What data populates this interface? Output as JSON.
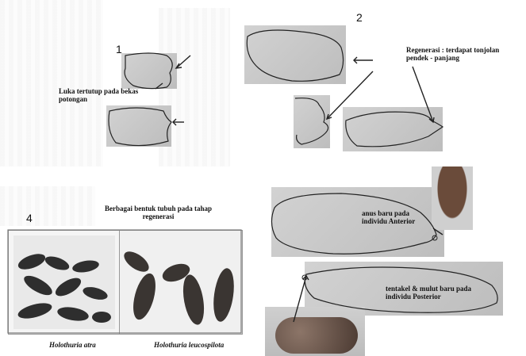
{
  "panel_numbers": {
    "p1": "1",
    "p2": "2",
    "p4": "4"
  },
  "labels": {
    "luka": "Luka tertutup pada bekas potongan",
    "regenerasi": "Regenerasi : terdapat tonjolan pendek - panjang",
    "berbagai": "Berbagai bentuk tubuh pada tahap regenerasi",
    "anus": "anus baru pada individu Anterior",
    "tentakel": "tentakel & mulut baru pada individu Posterior"
  },
  "captions": {
    "atra": "Holothuria atra",
    "leucospilota": "Holothuria leucospilota"
  }
}
